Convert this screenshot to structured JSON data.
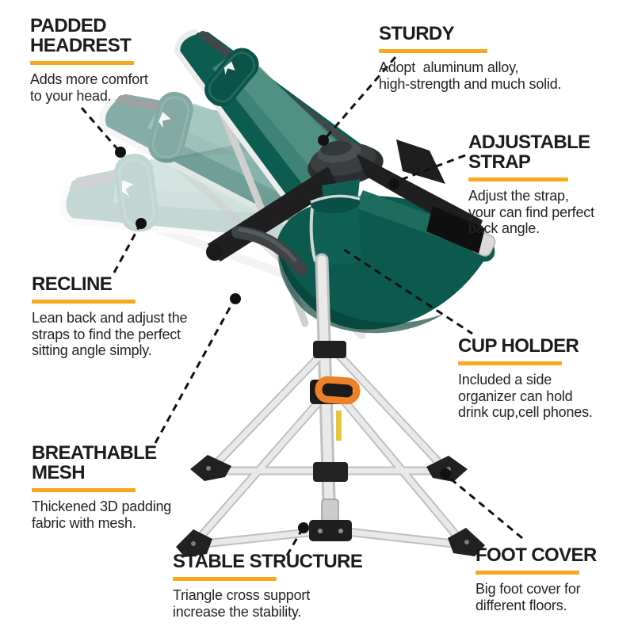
{
  "theme": {
    "background": "#ffffff",
    "accent_underline": "#F9A81B",
    "title_color": "#1c1c1c",
    "body_color": "#242424",
    "leader_line_color": "#111111"
  },
  "callouts": [
    {
      "id": "padded-headrest",
      "title_lines": [
        "PADDED",
        "HEADREST"
      ],
      "body_lines": [
        "Adds more comfort",
        "to your head."
      ]
    },
    {
      "id": "sturdy",
      "title_lines": [
        "STURDY"
      ],
      "body_lines": [
        "Adopt  aluminum alloy,",
        "high-strength and much solid."
      ]
    },
    {
      "id": "adjustable-strap",
      "title_lines": [
        "ADJUSTABLE",
        "STRAP"
      ],
      "body_lines": [
        "Adjust the strap,",
        "your can find perfect",
        "back angle."
      ]
    },
    {
      "id": "recline",
      "title_lines": [
        "RECLINE"
      ],
      "body_lines": [
        "Lean back and adjust the",
        "straps to find the perfect",
        "sitting angle simply."
      ]
    },
    {
      "id": "cup-holder",
      "title_lines": [
        "CUP HOLDER"
      ],
      "body_lines": [
        "Included a side",
        "organizer can hold",
        "drink cup,cell phones."
      ]
    },
    {
      "id": "breathable-mesh",
      "title_lines": [
        "BREATHABLE",
        "MESH"
      ],
      "body_lines": [
        "Thickened 3D padding",
        "fabric with mesh."
      ]
    },
    {
      "id": "stable-structure",
      "title_lines": [
        "STABLE STRUCTURE"
      ],
      "body_lines": [
        "Triangle cross support",
        "increase the stability."
      ]
    },
    {
      "id": "foot-cover",
      "title_lines": [
        "FOOT COVER"
      ],
      "body_lines": [
        "Big foot cover for",
        "different floors."
      ]
    }
  ],
  "illustration": {
    "subject": "reclining hammock camp chair with tripod stand",
    "colors": {
      "fabric_dark_teal": "#0D5C50",
      "fabric_mesh_teal": "#3F8376",
      "seat_shadow": "#063F36",
      "strap_black": "#1F1F1F",
      "hub_gray": "#3A3E40",
      "frame_silver": "#E9E9E9",
      "frame_silver_edge": "#BFBFBF",
      "foot_black": "#212121",
      "buckle_orange": "#EE8128",
      "sticker_yellow": "#E8C53A"
    },
    "ghost_positions": 2
  }
}
